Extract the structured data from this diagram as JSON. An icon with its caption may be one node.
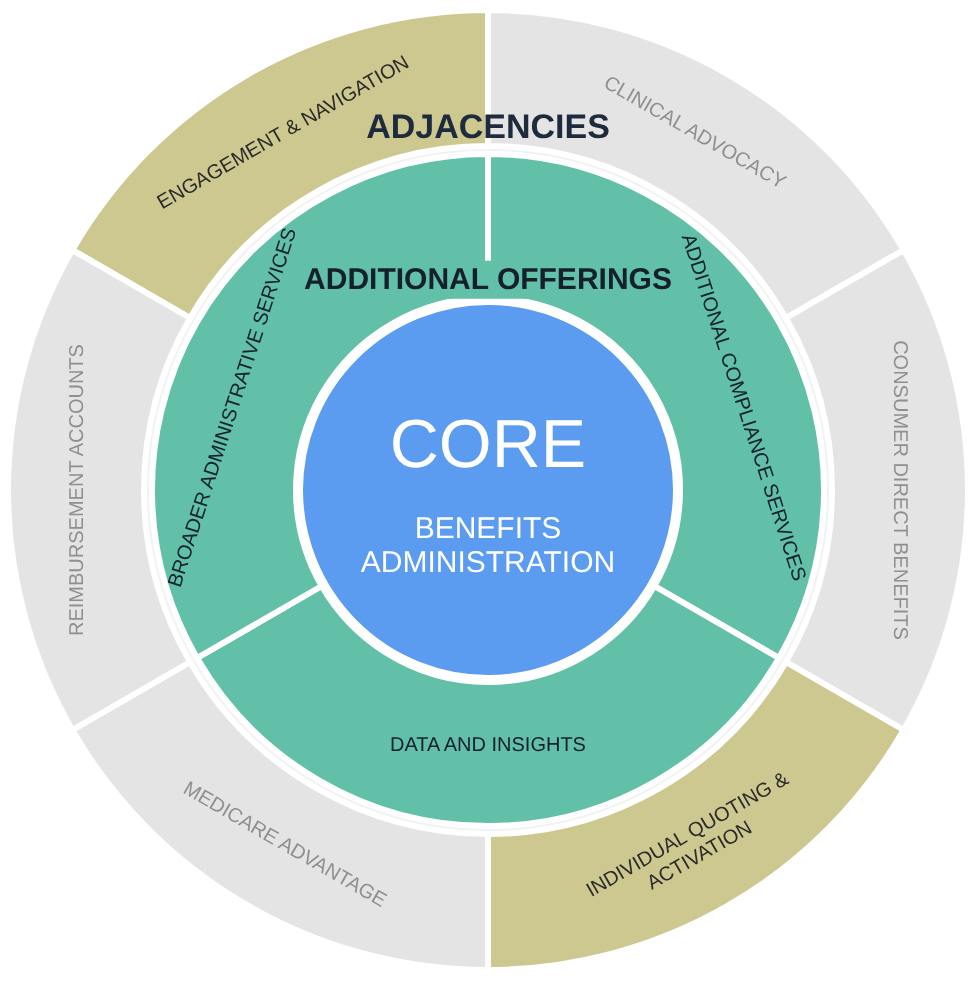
{
  "diagram": {
    "nodes": [
      {
        "text": [
          "ADJACENCIES"
        ]
      },
      {
        "text": [
          "ENGAGEMENT & NAVIGATION"
        ],
        "in": 0
      },
      {
        "text": [
          "CLINICAL ADVOCACY"
        ],
        "in": 0
      },
      {
        "text": [
          "CONSUMER DIRECT BENEFITS"
        ],
        "in": 0
      },
      {
        "text": [
          "INDIVIDUAL QUOTING & ACTIVATION"
        ],
        "in": 0
      },
      {
        "text": [
          "MEDICARE ADVANTAGE"
        ],
        "in": 0
      },
      {
        "text": [
          "REIMBURSEMENT ACCOUNTS"
        ],
        "in": 0
      },
      {
        "text": [
          "ADDITIONAL OFFERINGS"
        ],
        "in": 0
      },
      {
        "text": [
          "ADDITIONAL COMPLIANCE SERVICES"
        ],
        "in": 7
      },
      {
        "text": [
          "DATA AND INSIGHTS"
        ],
        "in": 7
      },
      {
        "text": [
          "BROADER ADMINISTRATIVE SERVICES"
        ],
        "in": 7
      },
      {
        "text": [
          "CORE",
          "BENEFITS ADMINISTRATION"
        ],
        "in": 7
      }
    ],
    "edges": []
  }
}
